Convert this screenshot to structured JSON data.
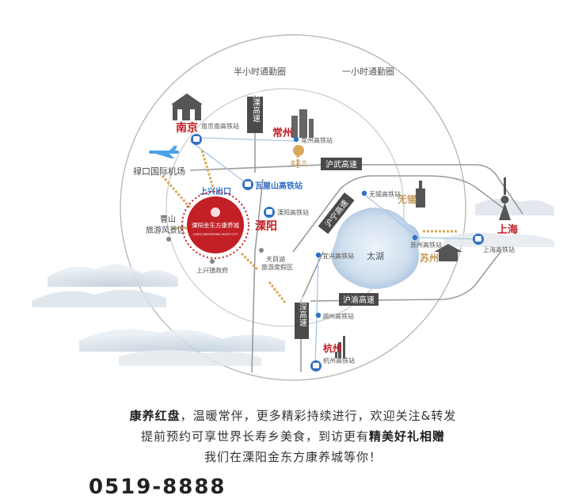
{
  "rings": {
    "half_hour": "半小时通勤圈",
    "one_hour": "一小时通勤圈"
  },
  "cities": {
    "nanjing": "南京",
    "changzhou": "常州",
    "liyang": "溧阳",
    "wuxi": "无锡",
    "suzhou": "苏州",
    "shanghai": "上海",
    "hangzhou": "杭州"
  },
  "stations": {
    "nanjing_south": "南京南高铁站",
    "changzhou": "常州高铁站",
    "wasu": "瓦屋山高铁站",
    "liyang": "溧阳高铁站",
    "wuxi": "无锡高铁站",
    "suzhou": "苏州高铁站",
    "shanghai": "上海高铁站",
    "yixing": "宜兴高铁站",
    "huzhou": "湖州高铁站",
    "hangzhou": "杭州高铁站"
  },
  "places": {
    "airport": "禄口国际机场",
    "caoshan_1": "曹山",
    "caoshan_2": "旅游风景区",
    "shangxing_gov": "上兴镇政府",
    "shangxing_exit": "上兴出口",
    "tianmu_1": "天目湖",
    "tianmu_2": "旅游度假区",
    "taihu": "太湖"
  },
  "highways": {
    "yangli": "扬溧高速",
    "huwu": "沪武高速",
    "hunan": "沪宁高速",
    "huyu": "沪渝高速",
    "changshen": "长深高速"
  },
  "project": {
    "name_cn": "溧阳金东方康养城",
    "name_en": "LIYANG JINDONGFANG HEALTH CITY",
    "brand": "金东方"
  },
  "caption": {
    "l1_strong": "康养红盘",
    "l1_rest": "，温暖常伴，更多精彩持续进行，欢迎关注&转发",
    "l2_a": "提前预约可享世界长寿乡美食，到访更有",
    "l2_strong": "精美好礼相赠",
    "l3": "我们在溧阳金东方康养城等你！"
  },
  "phone": "0519-8888",
  "colors": {
    "red": "#c21f26",
    "blue": "#2f6fc4",
    "road": "#9b9b9b",
    "gold": "#d8a95a",
    "dark": "#444444"
  },
  "icons": [
    "airplane-icon",
    "train-icon",
    "bus-icon",
    "pin-icon",
    "tower-icon",
    "building-icon",
    "pagoda-icon"
  ]
}
